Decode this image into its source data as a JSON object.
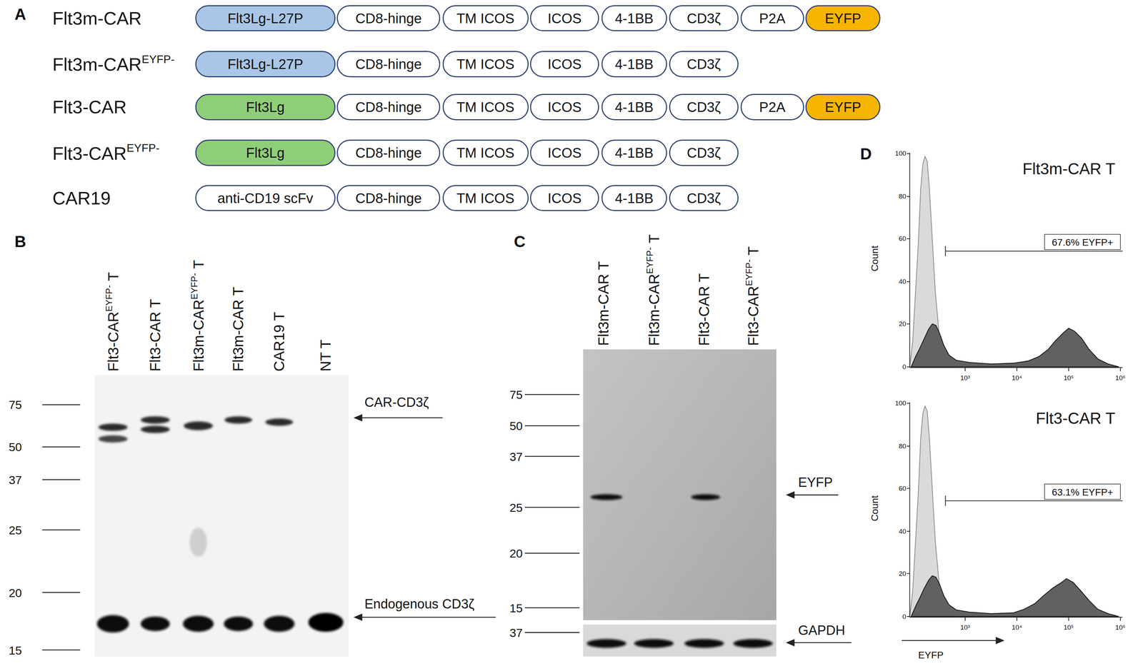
{
  "diagram": {
    "nodes": [
      {
        "text": [
          "Flt3Lg-L27P"
        ]
      },
      {
        "text": [
          "CD8-hinge"
        ]
      },
      {
        "text": [
          "TM ICOS"
        ]
      },
      {
        "text": [
          "ICOS"
        ]
      },
      {
        "text": [
          "4-1BB"
        ]
      },
      {
        "text": [
          "CD3ζ"
        ]
      },
      {
        "text": [
          "P2A"
        ]
      },
      {
        "text": [
          "EYFP"
        ]
      },
      {
        "text": [
          "Flt3Lg-L27P"
        ]
      },
      {
        "text": [
          "CD8-hinge"
        ]
      },
      {
        "text": [
          "TM ICOS"
        ]
      },
      {
        "text": [
          "ICOS"
        ]
      },
      {
        "text": [
          "4-1BB"
        ]
      },
      {
        "text": [
          "CD3ζ"
        ]
      },
      {
        "text": [
          "Flt3Lg"
        ]
      },
      {
        "text": [
          "CD8-hinge"
        ]
      },
      {
        "text": [
          "TM ICOS"
        ]
      },
      {
        "text": [
          "ICOS"
        ]
      },
      {
        "text": [
          "4-1BB"
        ]
      },
      {
        "text": [
          "CD3ζ"
        ]
      },
      {
        "text": [
          "P2A"
        ]
      },
      {
        "text": [
          "EYFP"
        ]
      },
      {
        "text": [
          "Flt3Lg"
        ]
      },
      {
        "text": [
          "CD8-hinge"
        ]
      },
      {
        "text": [
          "TM ICOS"
        ]
      },
      {
        "text": [
          "ICOS"
        ]
      },
      {
        "text": [
          "4-1BB"
        ]
      },
      {
        "text": [
          "CD3ζ"
        ]
      },
      {
        "text": [
          "anti-CD19 scFv"
        ]
      },
      {
        "text": [
          "CD8-hinge"
        ]
      },
      {
        "text": [
          "TM ICOS"
        ]
      },
      {
        "text": [
          "ICOS"
        ]
      },
      {
        "text": [
          "4-1BB"
        ]
      },
      {
        "text": [
          "CD3ζ"
        ]
      }
    ],
    "labels": [
      "A",
      "Flt3m-CAR",
      "Flt3m-CAR",
      "EYFP-",
      "Flt3-CAR",
      "Flt3-CAR",
      "EYFP-",
      "CAR19",
      "B",
      "Flt3-CAR",
      "EYFP-",
      "T",
      "Flt3-CAR T",
      "Flt3m-CAR",
      "EYFP-",
      "T",
      "Flt3m-CAR T",
      "CAR19 T",
      "NT T",
      "75",
      "50",
      "37",
      "25",
      "20",
      "15",
      "CAR-CD3ζ",
      "Endogenous CD3ζ",
      "C",
      "Flt3m-CAR T",
      "Flt3m-CAR",
      "EYFP-",
      "T",
      "Flt3-CAR T",
      "Flt3-CAR",
      "EYFP-",
      "T",
      "75",
      "50",
      "37",
      "25",
      "20",
      "15",
      "37",
      "EYFP",
      "GAPDH",
      "D",
      "Flt3m-CAR T",
      "67.6% EYFP+",
      "Count",
      "100",
      "80",
      "60",
      "40",
      "20",
      "0",
      "10³",
      "10⁴",
      "10⁵",
      "10⁶",
      "Flt3-CAR T",
      "63.1% EYFP+",
      "Count",
      "100",
      "80",
      "60",
      "40",
      "20",
      "0",
      "10³",
      "10⁴",
      "10⁵",
      "10⁶",
      "EYFP"
    ]
  }
}
